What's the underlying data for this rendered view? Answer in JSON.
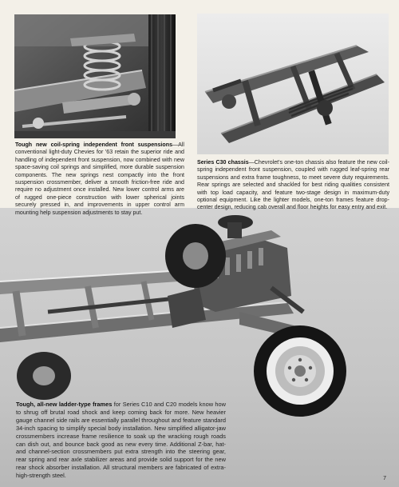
{
  "captions": {
    "front_suspension": {
      "lead": "Tough new coil-spring independent front suspensions",
      "body": "—All conventional light-duty Chevies for '63 retain the superior ride and handling of independent front suspension, now combined with new space-saving coil springs and simplified, more durable suspension components. The new springs nest compactly into the front suspension crossmember, deliver a smooth friction-free ride and require no adjustment once installed. New lower control arms are of rugged one-piece construction with lower spherical joints securely pressed in, and improvements in upper control arm mounting help suspension adjustments to stay put."
    },
    "c30_chassis": {
      "lead": "Series C30 chassis",
      "body": "—Chevrolet's one-ton chassis also feature the new coil-spring independent front suspension, coupled with rugged leaf-spring rear suspensions and extra frame toughness, to meet severe duty requirements. Rear springs are selected and shackled for best riding qualities consistent with top load capacity, and feature two-stage design in maximum-duty optional equipment. Like the lighter models, one-ton frames feature drop-center design, reducing cab overall and floor heights for easy entry and exit."
    },
    "ladder_frames": {
      "lead": "Tough, all-new ladder-type frames",
      "body": " for Series C10 and C20 models know how to shrug off brutal road shock and keep coming back for more. New heavier gauge channel side rails are essentially parallel throughout and feature standard 34-inch spacing to simplify special body installation. New simplified alligator-jaw crossmembers increase frame resilience to soak up the wracking rough roads can dish out, and bounce back good as new every time. Additional Z-bar, hat- and channel-section crossmembers put extra strength into the steering gear, rear spring and rear axle stabilizer areas and provide solid support for the new rear shock absorber installation. All structural members are fabricated of extra-high-strength steel."
    }
  },
  "page_number": "7"
}
